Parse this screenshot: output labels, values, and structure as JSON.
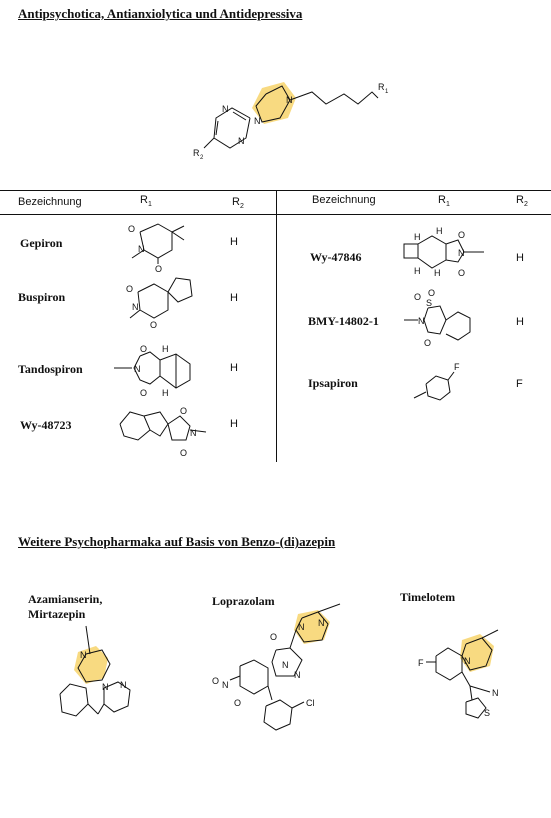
{
  "section1": {
    "title": "Antipsychotica, Antianxiolytica und Antidepressiva"
  },
  "core_structure": {
    "r1_label": "R",
    "r1_sub": "1",
    "r2_label": "R",
    "r2_sub": "2",
    "n_label": "N"
  },
  "table": {
    "col_name": "Bezeichnung",
    "col_r1": "R",
    "col_r1_sub": "1",
    "col_r2": "R",
    "col_r2_sub": "2",
    "left_rows": [
      {
        "name": "Gepiron",
        "r2": "H"
      },
      {
        "name": "Buspiron",
        "r2": "H"
      },
      {
        "name": "Tandospiron",
        "r2": "H"
      },
      {
        "name": "Wy-48723",
        "r2": "H"
      }
    ],
    "right_rows": [
      {
        "name": "Wy-47846",
        "r2": "H"
      },
      {
        "name": "BMY-14802-1",
        "r2": "H"
      },
      {
        "name": "Ipsapiron",
        "r2": "F"
      }
    ],
    "atoms": {
      "O": "O",
      "N": "N",
      "H": "H",
      "S": "S",
      "F": "F"
    }
  },
  "section2": {
    "title": "Weitere Psychopharmaka auf Basis von Benzo-(di)azepin",
    "compounds": [
      {
        "name_line1": "Azamianserin,",
        "name_line2": "Mirtazepin"
      },
      {
        "name_line1": "Loprazolam",
        "name_line2": ""
      },
      {
        "name_line1": "Timelotem",
        "name_line2": ""
      }
    ],
    "atoms": {
      "N": "N",
      "O": "O",
      "Cl": "Cl",
      "F": "F",
      "S": "S",
      "nitro": "O",
      "nitro_n": "N",
      "nitro_o2": "O"
    }
  },
  "colors": {
    "highlight": "#f7d36b",
    "line": "#111111"
  }
}
